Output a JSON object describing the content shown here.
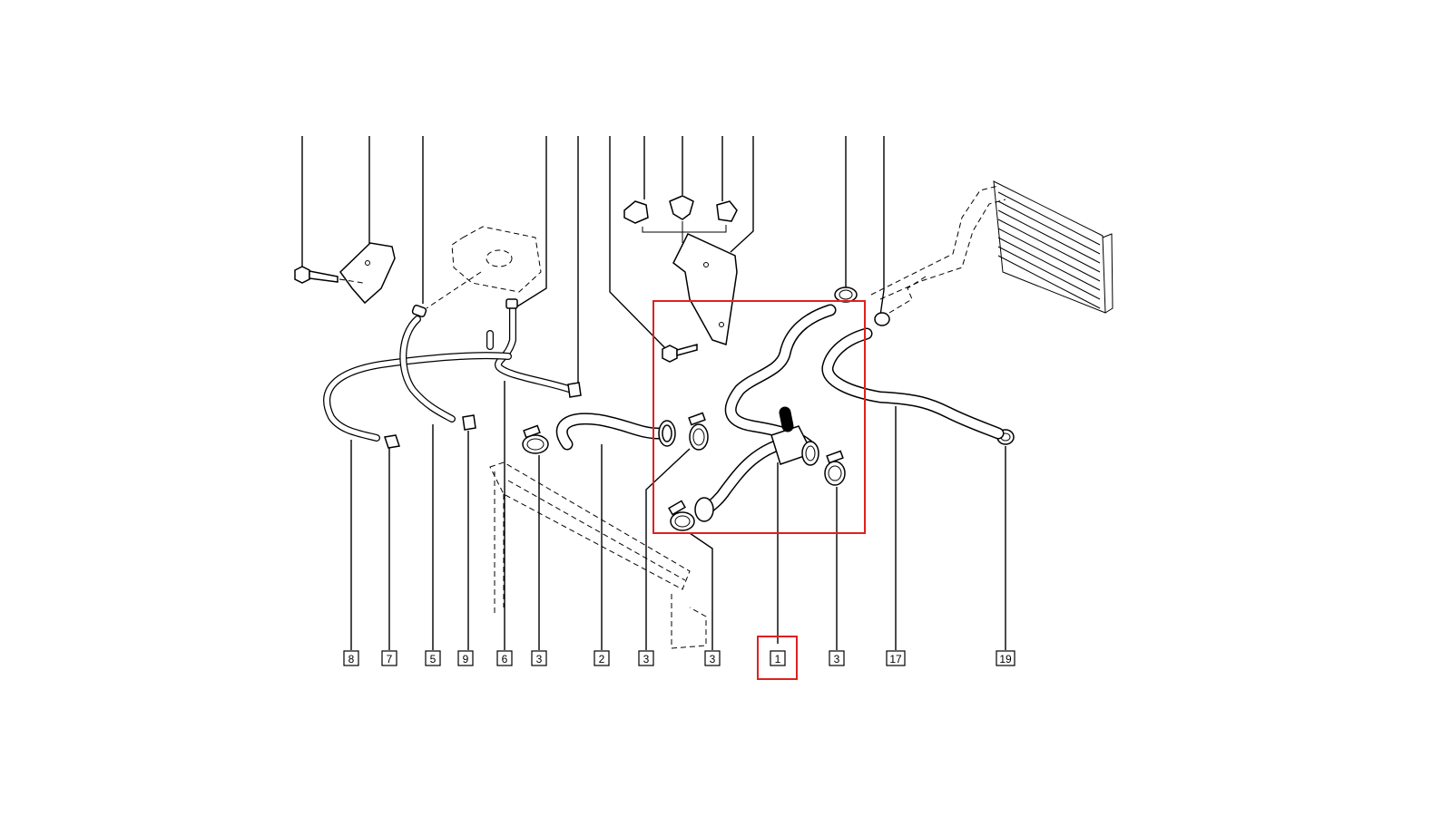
{
  "callouts": [
    {
      "label": "8"
    },
    {
      "label": "7"
    },
    {
      "label": "5"
    },
    {
      "label": "9"
    },
    {
      "label": "6"
    },
    {
      "label": "3"
    },
    {
      "label": "2"
    },
    {
      "label": "3"
    },
    {
      "label": "3"
    },
    {
      "label": "1"
    },
    {
      "label": "3"
    },
    {
      "label": "17"
    },
    {
      "label": "19"
    }
  ],
  "highlight": {
    "color": "#e02020",
    "part_label": "1"
  },
  "colors": {
    "line": "#000000",
    "background": "#ffffff"
  }
}
